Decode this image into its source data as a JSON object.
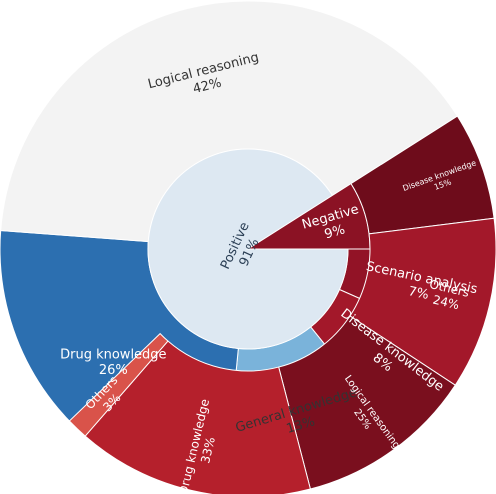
{
  "chart_data": {
    "type": "sunburst",
    "title": "",
    "inner": [
      {
        "name": "Positive",
        "pct": "91%",
        "value": 91,
        "color": "#dde8f2",
        "text": "#2b3f55"
      },
      {
        "name": "Negative",
        "pct": "9%",
        "value": 9,
        "color": "#8b1224",
        "text": "#ffffff"
      }
    ],
    "middle": [
      {
        "parent": "Positive",
        "name": "Logical reasoning",
        "pct": "42%",
        "value": 42,
        "color": "#f3f3f3",
        "text": "#333333"
      },
      {
        "parent": "Positive",
        "name": "Drug knowledge",
        "pct": "26%",
        "value": 26,
        "color": "#2c6fb0",
        "text": "#ffffff"
      },
      {
        "parent": "Positive",
        "name": "General knowledge",
        "pct": "13%",
        "value": 13,
        "color": "#7ab3da",
        "text": "#333333"
      },
      {
        "parent": "Positive",
        "name": "Disease knowledge",
        "pct": "8%",
        "value": 8,
        "color": "#a3182a",
        "text": "#ffffff"
      },
      {
        "parent": "Positive",
        "name": "Scenario analysis",
        "pct": "7%",
        "value": 7,
        "color": "#921326",
        "text": "#ffffff"
      }
    ],
    "outer": [
      {
        "parent": "Negative",
        "name": "Disease knowledge",
        "pct": "15%",
        "value": 15,
        "color": "#6e0c1b",
        "text": "#ffffff"
      },
      {
        "parent": "Negative",
        "name": "Others",
        "pct": "24%",
        "value": 24,
        "color": "#a3182a",
        "text": "#ffffff"
      },
      {
        "parent": "Negative",
        "name": "Logical reasoning",
        "pct": "25%",
        "value": 25,
        "color": "#7a0f1e",
        "text": "#ffffff"
      },
      {
        "parent": "Negative",
        "name": "Drug knowledge",
        "pct": "33%",
        "value": 33,
        "color": "#b5202c",
        "text": "#ffffff"
      },
      {
        "parent": "Negative",
        "name": "Others",
        "pct": "3%",
        "value": 3,
        "color": "#d9534a",
        "text": "#ffffff"
      }
    ]
  }
}
